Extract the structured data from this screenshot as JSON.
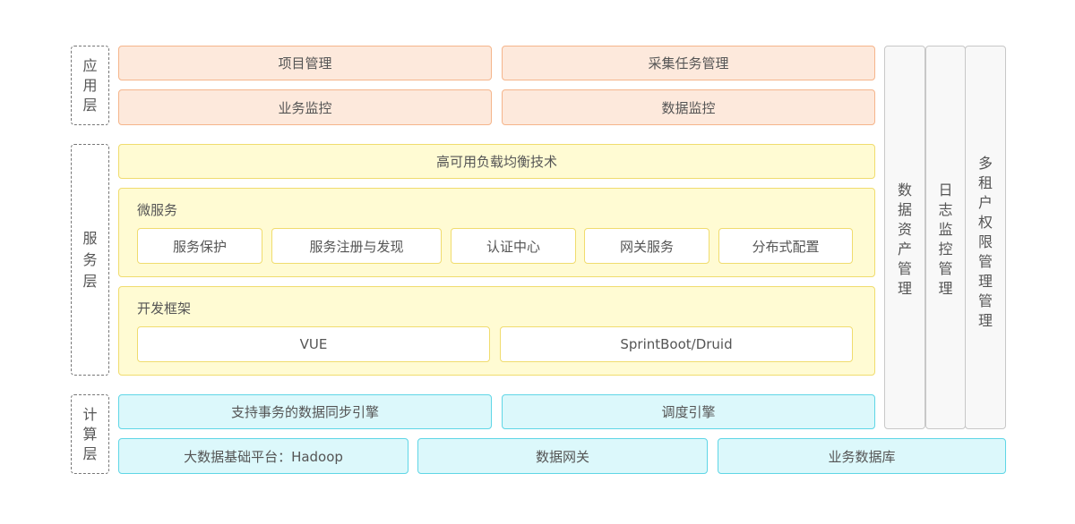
{
  "layers": {
    "application": "应用层",
    "service": "服务层",
    "compute": "计算层"
  },
  "application": {
    "project_mgmt": "项目管理",
    "collect_task_mgmt": "采集任务管理",
    "business_monitor": "业务监控",
    "data_monitor": "数据监控"
  },
  "service": {
    "load_balance": "高可用负载均衡技术",
    "microservice": {
      "title": "微服务",
      "items": [
        "服务保护",
        "服务注册与发现",
        "认证中心",
        "网关服务",
        "分布式配置"
      ]
    },
    "framework": {
      "title": "开发框架",
      "items": [
        "VUE",
        "SprintBoot/Druid"
      ]
    }
  },
  "compute": {
    "sync_engine": "支持事务的数据同步引擎",
    "schedule_engine": "调度引擎",
    "hadoop": "大数据基础平台：Hadoop",
    "data_gateway": "数据网关",
    "business_db": "业务数据库"
  },
  "side": {
    "asset_mgmt": "数据资产管理",
    "log_mgmt": "日志监控管理",
    "tenant_mgmt": "多租户权限管理管理"
  },
  "colors": {
    "application": "#fde9dc",
    "service": "#fffbd3",
    "compute": "#dcf8fb",
    "side": "#f8f8f8"
  }
}
